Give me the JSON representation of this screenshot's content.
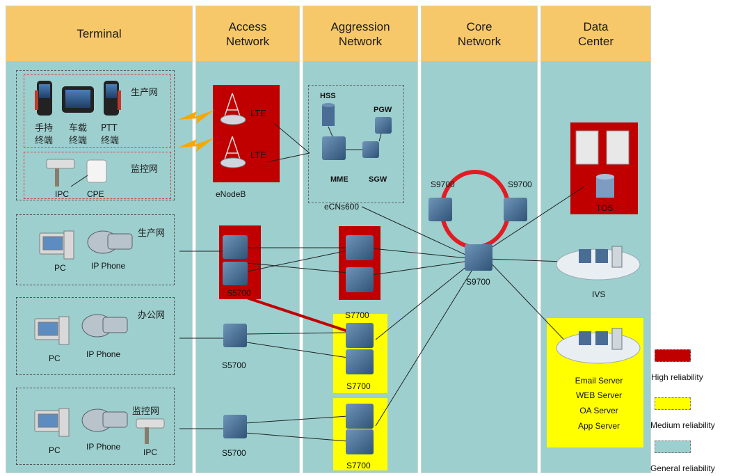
{
  "columns": [
    {
      "key": "terminal",
      "title": "Terminal"
    },
    {
      "key": "access",
      "title": "Access\nNetwork"
    },
    {
      "key": "aggregation",
      "title": "Aggression\nNetwork"
    },
    {
      "key": "core",
      "title": "Core\nNetwork"
    },
    {
      "key": "datacenter",
      "title": "Data\nCenter"
    }
  ],
  "terminal": {
    "group1": {
      "name": "生产网",
      "devices": [
        "手持\n终端",
        "车载\n终端",
        "PTT\n终端"
      ]
    },
    "group2": {
      "name": "监控网",
      "ipc": "IPC",
      "cpe": "CPE"
    },
    "group3": {
      "name": "生产网",
      "pc": "PC",
      "phone": "IP Phone"
    },
    "group4": {
      "name": "办公网",
      "pc": "PC",
      "phone": "IP Phone"
    },
    "group5": {
      "name": "监控网",
      "pc": "PC",
      "phone": "IP Phone",
      "ipc": "IPC"
    }
  },
  "access": {
    "lte1": "LTE",
    "lte2": "LTE",
    "enodeb": "eNodeB",
    "s5700_1": "S5700",
    "s5700_2": "S5700",
    "s5700_3": "S5700"
  },
  "aggregation": {
    "hss": "HSS",
    "pgw": "PGW",
    "mme": "MME",
    "sgw": "SGW",
    "ecns": "eCNs600",
    "s7700_1": "S7700",
    "s7700_2": "S7700",
    "s7700_3": "S7700"
  },
  "core": {
    "s9700_left": "S9700",
    "s9700_right": "S9700",
    "s9700_center": "S9700"
  },
  "datacenter": {
    "tos": "TOS",
    "ivs": "IVS",
    "servers": [
      "Email Server",
      "WEB Server",
      "OA Server",
      "App Server"
    ]
  },
  "legend": [
    {
      "label": "High reliability",
      "color": "#c00000"
    },
    {
      "label": "Medium reliability",
      "color": "#ffff00"
    },
    {
      "label": "General reliability",
      "color": "#9ccfce"
    }
  ]
}
